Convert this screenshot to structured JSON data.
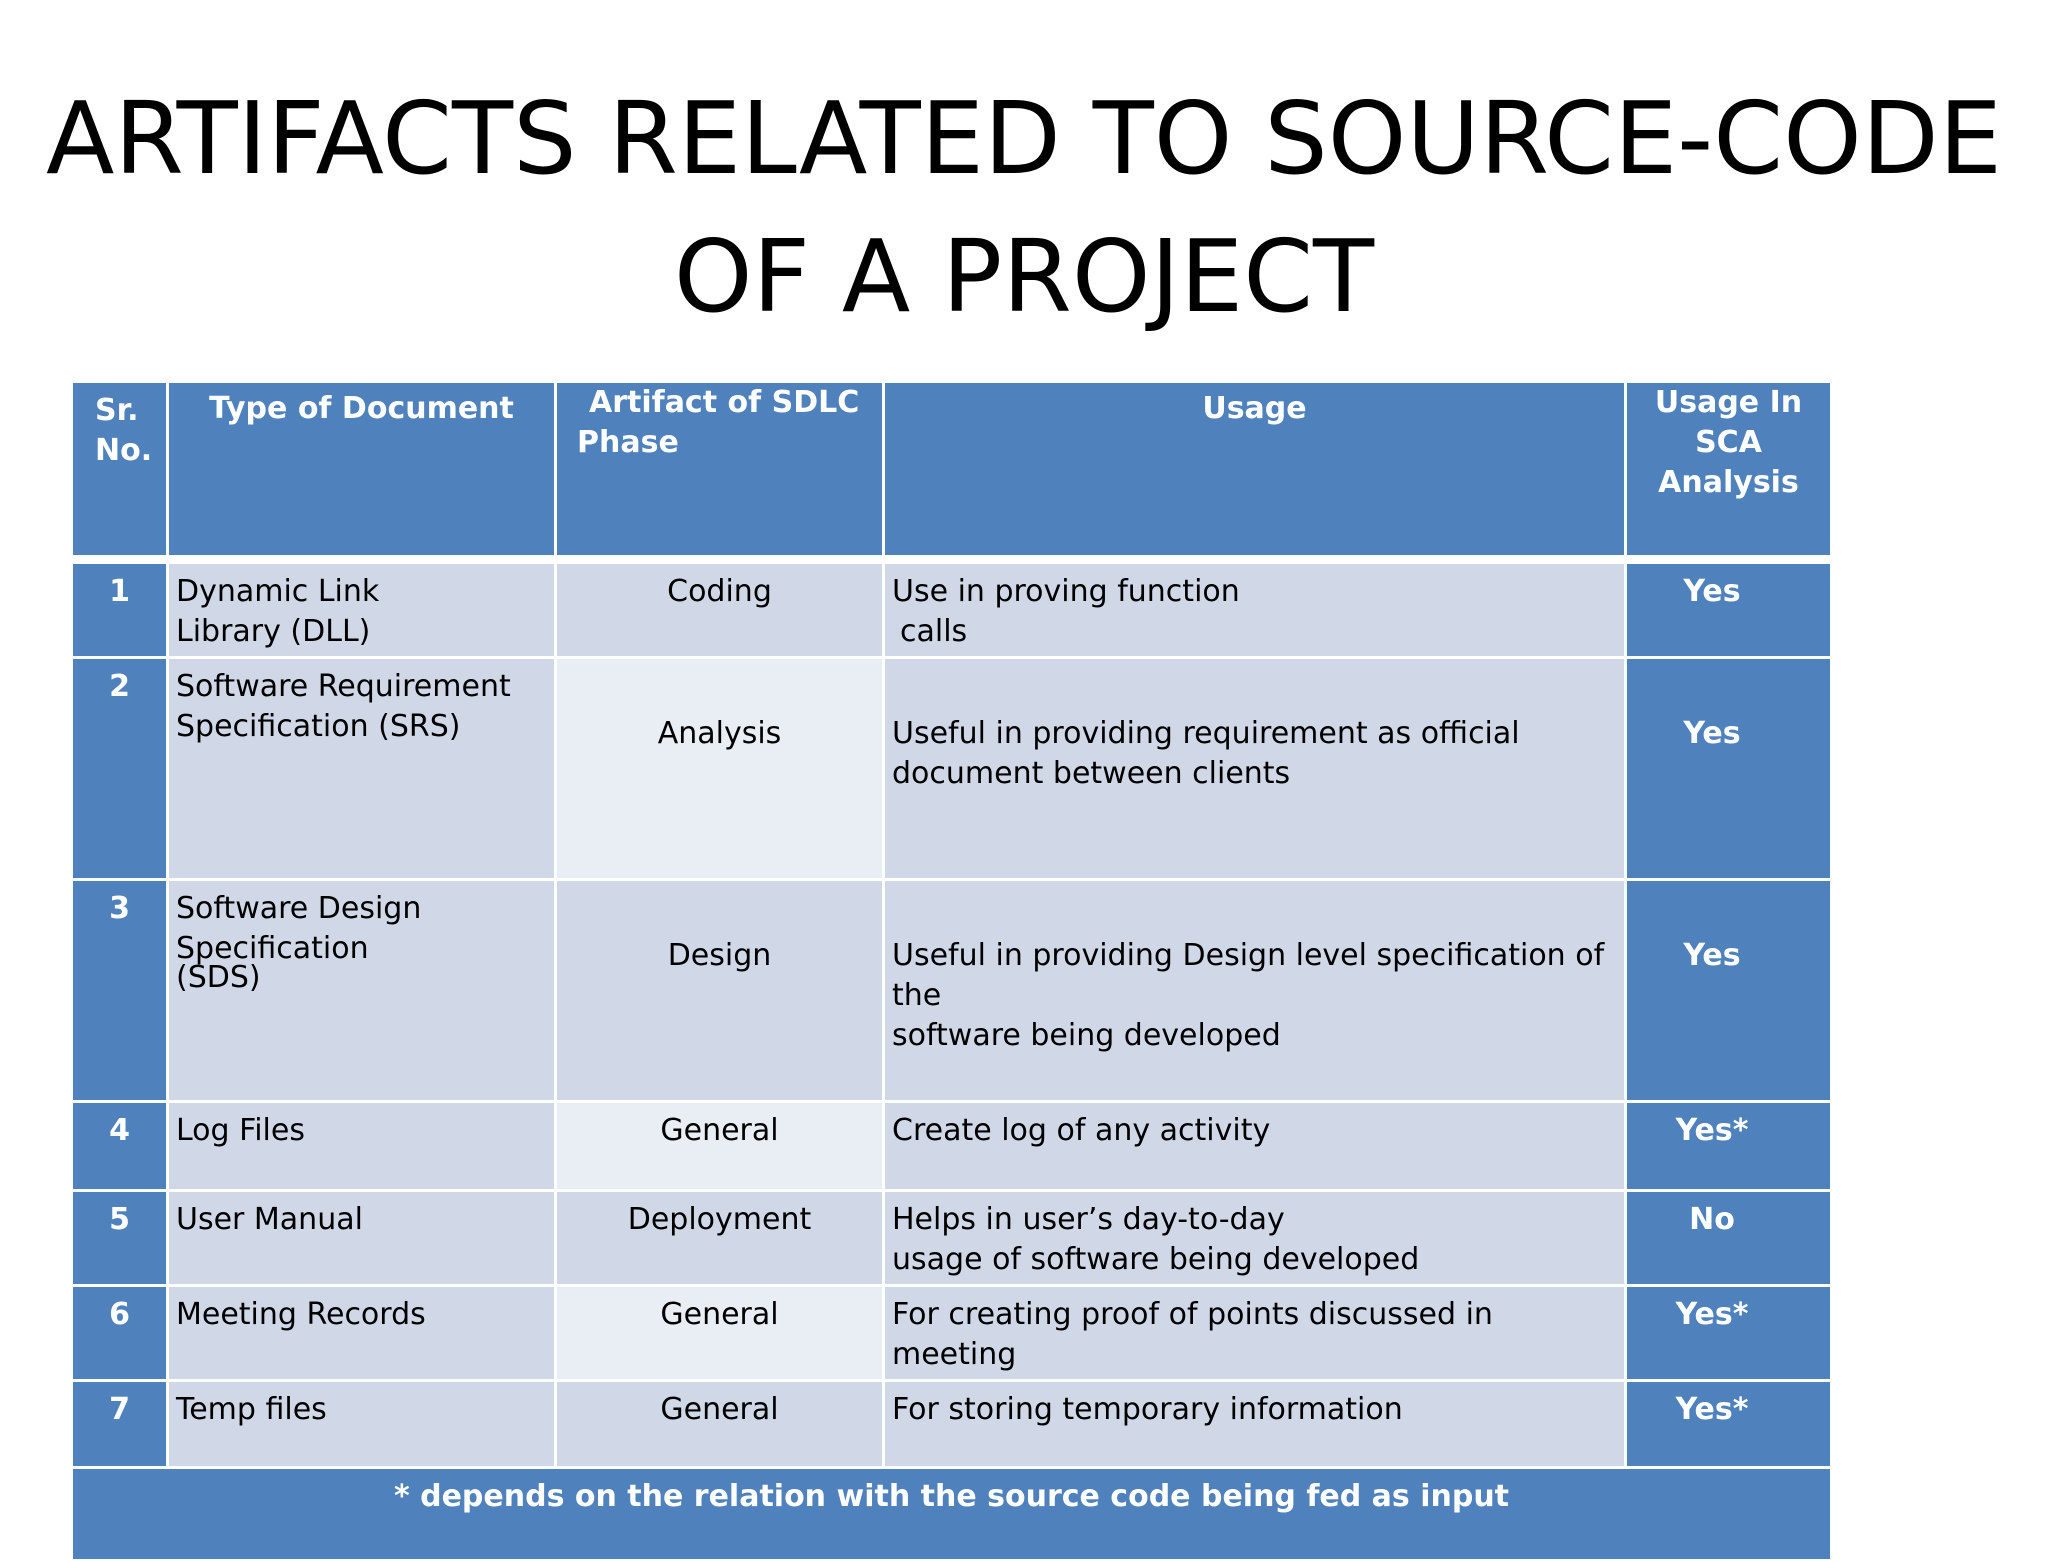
{
  "title": {
    "line1": "ARTIFACTS RELATED TO SOURCE-CODE",
    "line2": "OF A PROJECT"
  },
  "table": {
    "headers": {
      "sr_no_line1": "Sr.",
      "sr_no_line2": "No.",
      "type": "Type of Document",
      "phase_line1": "Artifact of SDLC",
      "phase_line2": "Phase",
      "usage": "Usage",
      "sca_line1": "Usage In SCA",
      "sca_line2": "Analysis"
    },
    "rows": [
      {
        "num": "1",
        "type_line1": "Dynamic Link",
        "type_line2": "Library (DLL)",
        "phase": "Coding",
        "usage_line1": "Use in proving function",
        "usage_line2": "calls",
        "sca": "Yes"
      },
      {
        "num": "2",
        "type_line1": "Software Requirement",
        "type_line2": "Specification (SRS)",
        "phase": "Analysis",
        "usage_line1": "Useful in providing requirement as official",
        "usage_line2": "document between clients",
        "sca": "Yes"
      },
      {
        "num": "3",
        "type_line1": "Software Design",
        "type_line2": "Specification",
        "type_line3": "(SDS)",
        "phase": "Design",
        "usage_line1": "Useful in providing Design level specification of the",
        "usage_line2": "software being developed",
        "sca": "Yes"
      },
      {
        "num": "4",
        "type_line1": "Log Files",
        "phase": "General",
        "usage_line1": "Create log of any activity",
        "sca": "Yes*"
      },
      {
        "num": "5",
        "type_line1": "User Manual",
        "phase": "Deployment",
        "usage_line1": "Helps in user’s day-to-day",
        "usage_line2": "usage of software being developed",
        "sca": "No"
      },
      {
        "num": "6",
        "type_line1": "Meeting Records",
        "phase": "General",
        "usage_line1": "For creating proof of points discussed in meeting",
        "sca": "Yes*"
      },
      {
        "num": "7",
        "type_line1": "Temp files",
        "phase": "General",
        "usage_line1": "For storing temporary information",
        "sca": "Yes*"
      }
    ],
    "footnote": "* depends on the relation with the source code being fed as input"
  },
  "colors": {
    "header_blue": "#4f81bd",
    "cell_light": "#d0d8e8",
    "cell_lighter": "#e9edf4"
  }
}
